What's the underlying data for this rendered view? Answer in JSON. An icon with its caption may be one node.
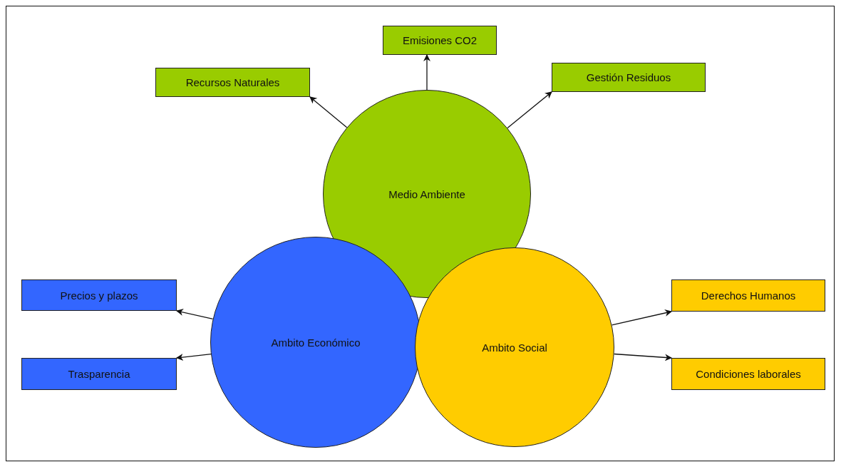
{
  "diagram": {
    "nodes": [
      {
        "text": [
          "Medio Ambiente"
        ]
      },
      {
        "text": [
          "Ambito Económico"
        ]
      },
      {
        "text": [
          "Ambito Social"
        ]
      },
      {
        "text": [
          "Emisiones CO2"
        ]
      },
      {
        "text": [
          "Recursos Naturales"
        ]
      },
      {
        "text": [
          "Gestión Residuos"
        ]
      },
      {
        "text": [
          "Precios y plazos"
        ]
      },
      {
        "text": [
          "Trasparencia"
        ]
      },
      {
        "text": [
          "Derechos Humanos"
        ]
      },
      {
        "text": [
          "Condiciones laborales"
        ]
      }
    ],
    "edges": [
      {
        "from": 0,
        "to": 3,
        "arrow": "to"
      },
      {
        "from": 0,
        "to": 4,
        "arrow": "to"
      },
      {
        "from": 0,
        "to": 5,
        "arrow": "to"
      },
      {
        "from": 1,
        "to": 6,
        "arrow": "to"
      },
      {
        "from": 1,
        "to": 7,
        "arrow": "to"
      },
      {
        "from": 2,
        "to": 8,
        "arrow": "to"
      },
      {
        "from": 2,
        "to": 9,
        "arrow": "to"
      }
    ]
  }
}
